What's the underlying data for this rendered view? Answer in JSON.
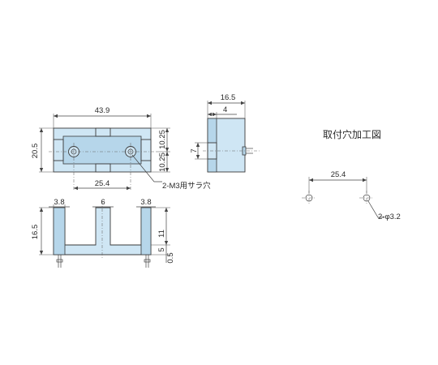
{
  "dimensions": {
    "top_width": "43.9",
    "top_height": "20.5",
    "top_half_upper": "10.25",
    "top_half_lower": "10.25",
    "hole_pitch": "25.4",
    "screw_note": "2-M3用サラ穴",
    "side_width": "16.5",
    "side_offset": "4",
    "side_height": "7",
    "front_left_slot": "3.8",
    "front_mid_slot": "6",
    "front_right_slot": "3.8",
    "front_height": "16.5",
    "front_upper": "11",
    "front_lower": "5",
    "front_base": "0.5",
    "hole_title": "取付穴加工図",
    "hole_spacing": "25.4",
    "hole_note": "2-φ3.2"
  },
  "colors": {
    "part_fill": "#cfe6f4",
    "outline": "#3a3a3a"
  }
}
